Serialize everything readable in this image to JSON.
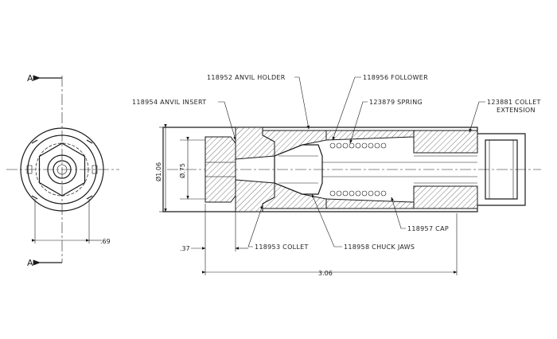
{
  "section": {
    "marker_top": "A",
    "marker_bottom": "A"
  },
  "labels": {
    "anvil_holder": "118952 ANVIL HOLDER",
    "follower": "118956 FOLLOWER",
    "anvil_insert": "118954 ANVIL INSERT",
    "spring": "123879 SPRING",
    "collet_ext_1": "123881 COLLET",
    "collet_ext_2": "EXTENSION",
    "cap": "118957 CAP",
    "collet": "118953 COLLET",
    "chuck_jaws": "118958 CHUCK JAWS"
  },
  "dimensions": {
    "dia_outer": "Ø1.06",
    "dia_inner": "Ø.75",
    "end_width": ".69",
    "offset": ".37",
    "overall_length": "3.06"
  }
}
